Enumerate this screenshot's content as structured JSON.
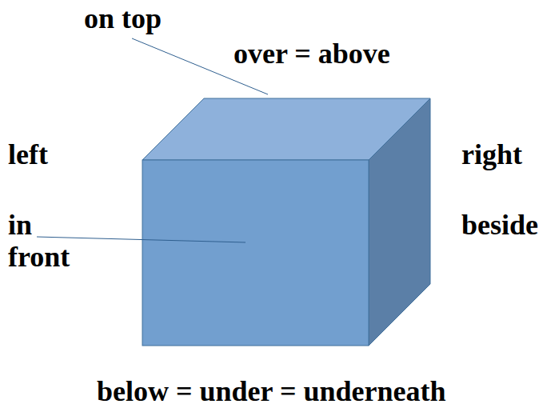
{
  "diagram": {
    "labels": [
      "on top",
      "over = above",
      "left",
      "right",
      "in front",
      "beside",
      "below = under = underneath"
    ]
  }
}
